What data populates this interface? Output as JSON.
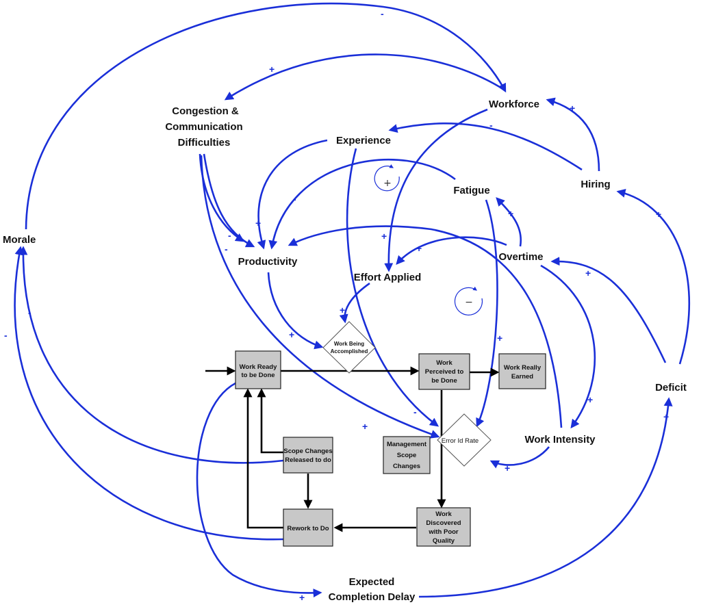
{
  "variables": {
    "morale": "Morale",
    "congestion_l1": "Congestion &",
    "congestion_l2": "Communication",
    "congestion_l3": "Difficulties",
    "experience": "Experience",
    "workforce": "Workforce",
    "fatigue": "Fatigue",
    "hiring": "Hiring",
    "productivity": "Productivity",
    "effort_applied": "Effort Applied",
    "overtime": "Overtime",
    "deficit": "Deficit",
    "work_intensity": "Work Intensity",
    "expected_delay_l1": "Expected",
    "expected_delay_l2": "Completion Delay"
  },
  "stocks": {
    "work_ready_l1": "Work Ready",
    "work_ready_l2": "to be Done",
    "work_perceived_l1": "Work",
    "work_perceived_l2": "Perceived to",
    "work_perceived_l3": "be Done",
    "work_really_l1": "Work Really",
    "work_really_l2": "Earned",
    "scope_released_l1": "Scope Changes",
    "scope_released_l2": "Released to do",
    "mgmt_scope_l1": "Management",
    "mgmt_scope_l2": "Scope",
    "mgmt_scope_l3": "Changes",
    "rework_l1": "Rework to Do",
    "discovered_l1": "Work",
    "discovered_l2": "Discovered",
    "discovered_l3": "with Poor",
    "discovered_l4": "Quality"
  },
  "rates": {
    "work_being_l1": "Work Being",
    "work_being_l2": "Accomplished",
    "error_id_rate": "Error Id Rate"
  },
  "loops": {
    "reinforcing": "+",
    "balancing": "−"
  },
  "polarities": {
    "top_morale_workforce": "-",
    "workforce_congestion": "+",
    "hiring_workforce": "+",
    "hiring_experience": "-",
    "experience_productivity": "+",
    "fatigue_productivity": "-",
    "congestion_productivity_a": "-",
    "congestion_productivity_b": "-",
    "workforce_effort": "+",
    "overtime_effort": "+",
    "overtime_fatigue": "+",
    "deficit_hiring": "+",
    "deficit_overtime": "+",
    "effort_workbeing": "+",
    "productivity_workbeing": "+",
    "fatigue_errorid": "+",
    "overtime_intensity": "+",
    "experience_errorid": "-",
    "congestion_errorid": "+",
    "intensity_errorid": "+",
    "expected_deficit": "+",
    "morale_left": "-",
    "scope_morale": "-",
    "rework_expected": "+"
  }
}
